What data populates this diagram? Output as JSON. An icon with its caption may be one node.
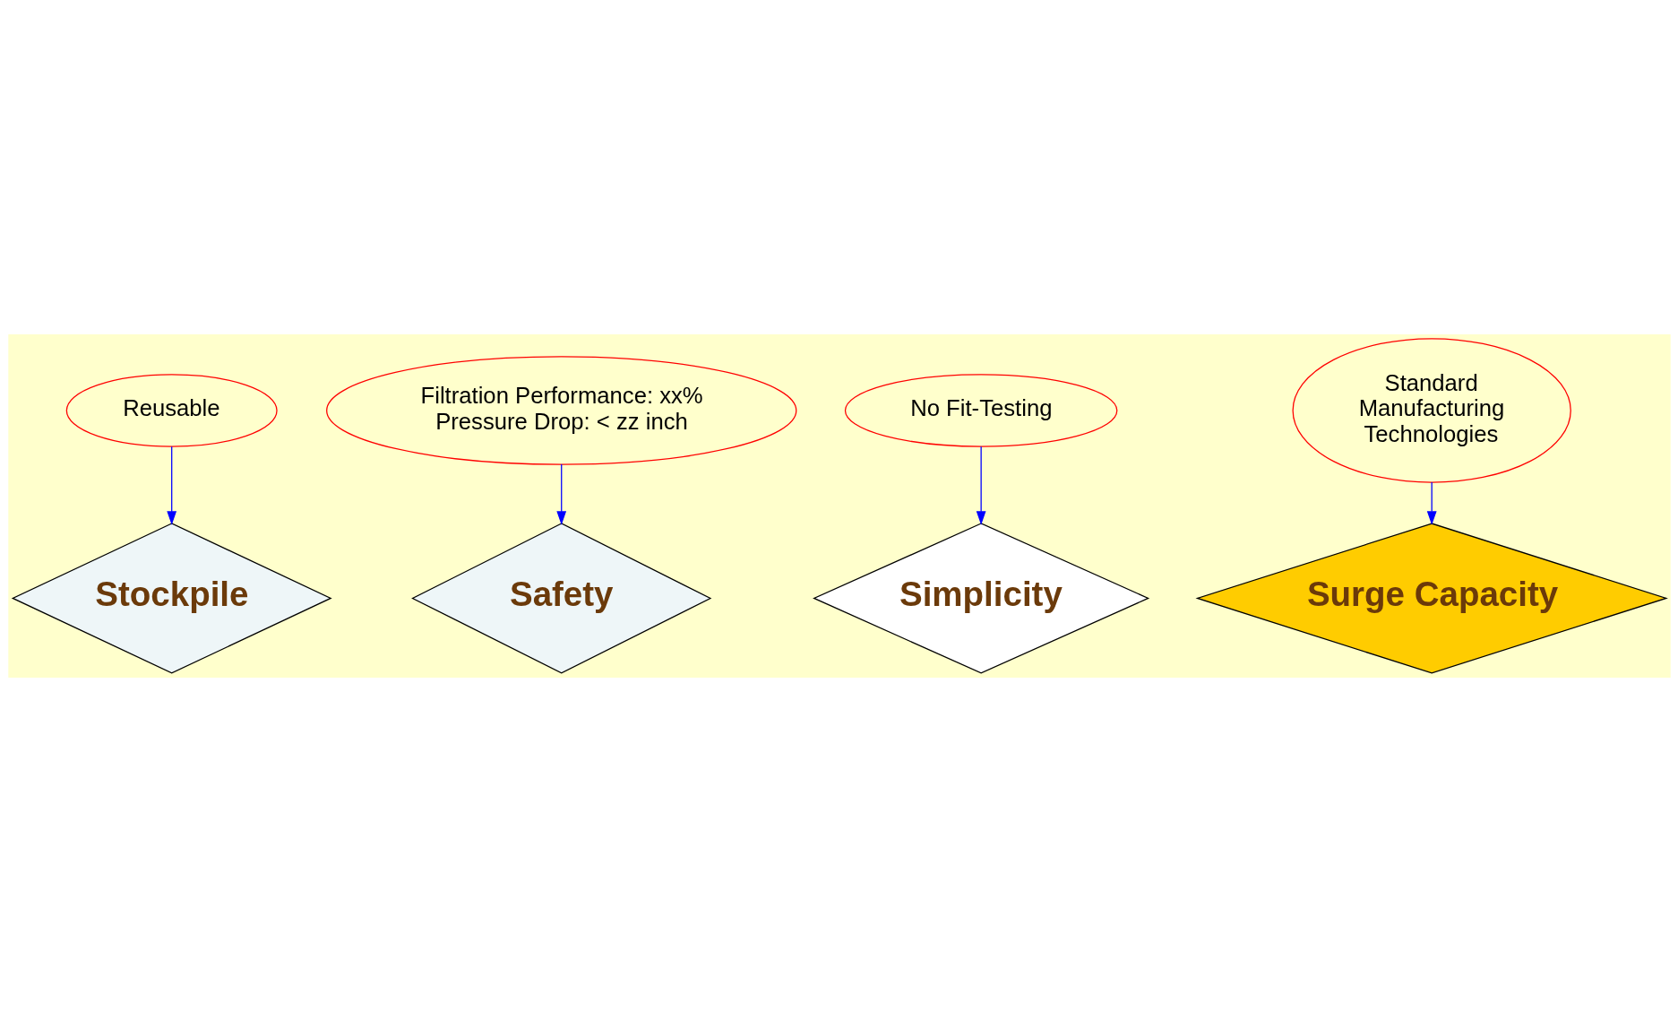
{
  "diagram": {
    "nodes": [
      {
        "text": [
          "Reusable"
        ]
      },
      {
        "text": [
          "Filtration Performance: xx%",
          "Pressure Drop: < zz inch"
        ]
      },
      {
        "text": [
          "Safety"
        ]
      },
      {
        "text": [
          "Stockpile"
        ]
      },
      {
        "text": [
          "Simplicity"
        ]
      },
      {
        "text": [
          "Surge Capacity"
        ]
      },
      {
        "text": [
          "Standard Manufacturing Technologies"
        ]
      },
      {
        "text": [
          "No Fit-Testing"
        ]
      }
    ],
    "edges": [
      {
        "from": 0,
        "to": 3,
        "arrow": "to"
      },
      {
        "from": 1,
        "to": 2,
        "arrow": "to"
      },
      {
        "from": 6,
        "to": 5,
        "arrow": "to"
      },
      {
        "from": 7,
        "to": 4,
        "arrow": "to"
      }
    ]
  }
}
